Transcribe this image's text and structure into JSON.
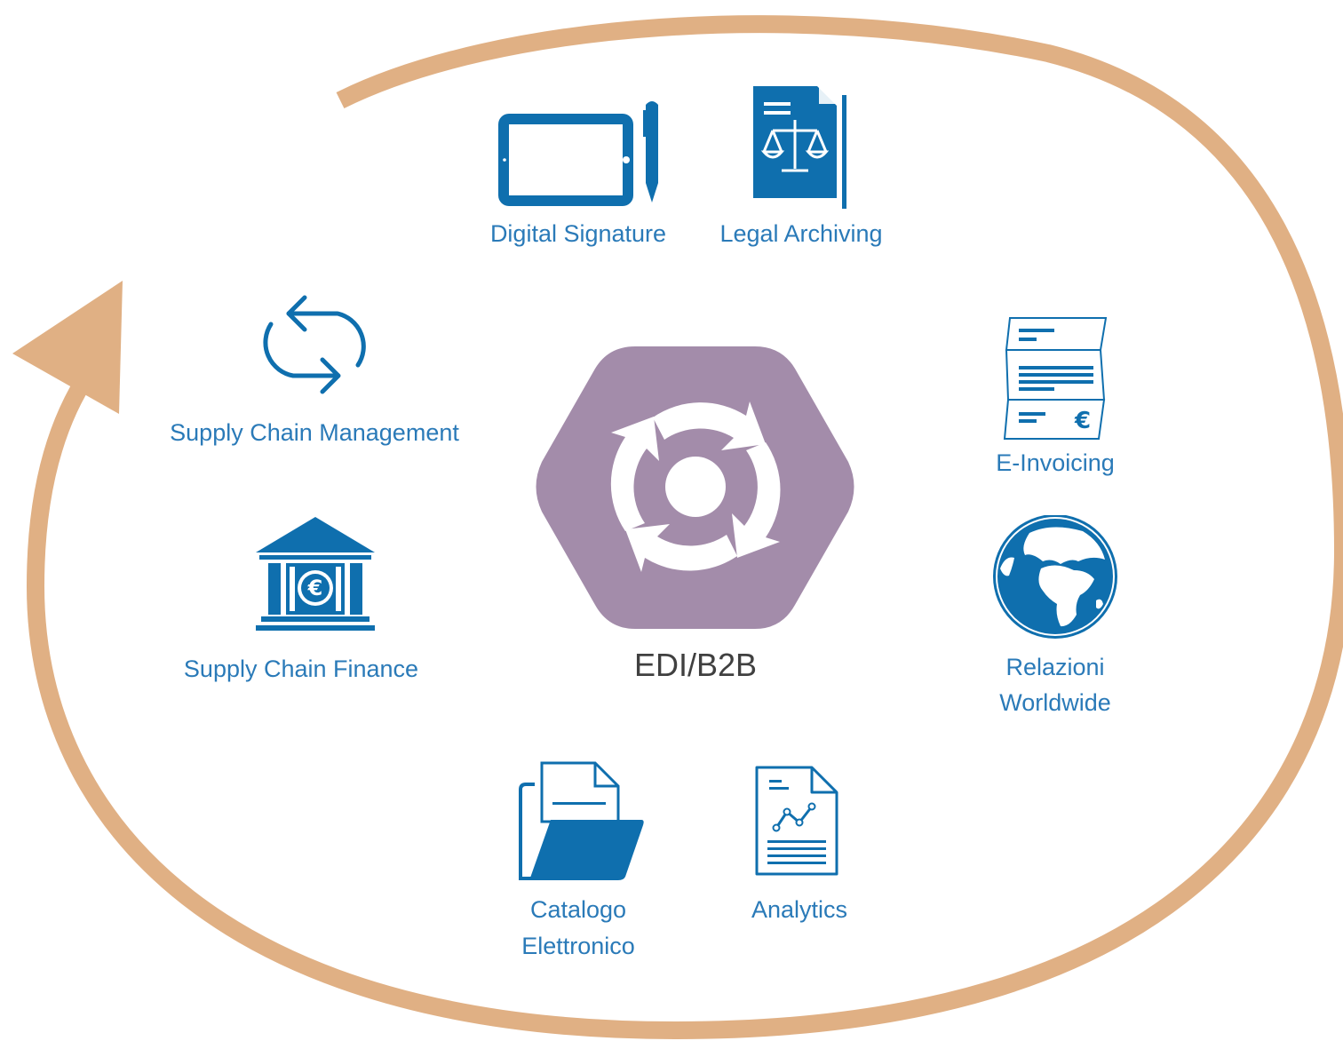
{
  "center": {
    "label": "EDI/B2B",
    "color": "#a38caa"
  },
  "colors": {
    "arrow": "#e0b084",
    "icon": "#0f6fae",
    "text": "#2a7ab8"
  },
  "items": {
    "digital_signature": {
      "label": "Digital Signature",
      "icon": "tablet-pen-icon"
    },
    "legal_archiving": {
      "label": "Legal Archiving",
      "icon": "legal-document-scales-icon"
    },
    "supply_chain_management": {
      "label": "Supply Chain Management",
      "icon": "cycle-arrows-icon"
    },
    "supply_chain_finance": {
      "label": "Supply Chain Finance",
      "icon": "bank-euro-icon"
    },
    "e_invoicing": {
      "label": "E-Invoicing",
      "icon": "invoice-euro-icon"
    },
    "relazioni_worldwide": {
      "line1": "Relazioni",
      "line2": "Worldwide",
      "icon": "globe-icon"
    },
    "catalogo_elettronico": {
      "line1": "Catalogo",
      "line2": "Elettronico",
      "icon": "folder-document-icon"
    },
    "analytics": {
      "label": "Analytics",
      "icon": "analytics-document-icon"
    }
  }
}
